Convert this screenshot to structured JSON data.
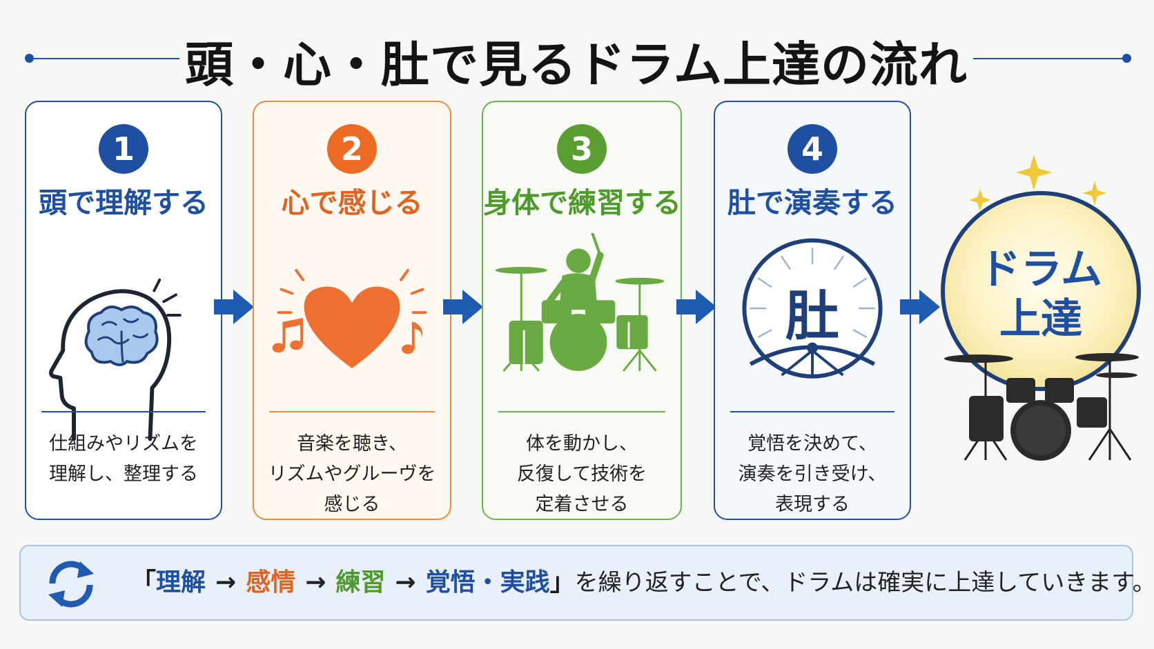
{
  "title": "頭・心・肚で見るドラム上達の流れ",
  "colors": {
    "blue": "#1f4fa0",
    "orange": "#ec6b24",
    "green": "#5a9e32"
  },
  "steps": [
    {
      "number": "1",
      "heading": "頭で理解する",
      "icon": "brain-head-icon",
      "desc": [
        "仕組みやリズムを",
        "理解し、整理する"
      ]
    },
    {
      "number": "2",
      "heading": "心で感じる",
      "icon": "heart-music-icon",
      "desc": [
        "音楽を聴き、",
        "リズムやグルーヴを",
        "感じる"
      ]
    },
    {
      "number": "3",
      "heading": "身体で練習する",
      "icon": "drummer-icon",
      "desc": [
        "体を動かし、",
        "反復して技術を",
        "定着させる"
      ]
    },
    {
      "number": "4",
      "heading": "肚で演奏する",
      "icon": "hara-emblem-icon",
      "emblem": "肚",
      "desc": [
        "覚悟を決めて、",
        "演奏を引き受け、",
        "表現する"
      ]
    }
  ],
  "goal": {
    "line1": "ドラム",
    "line2": "上達",
    "icon": "drum-kit-icon"
  },
  "banner": {
    "open": "「",
    "w1": "理解",
    "w2": "感情",
    "w3": "練習",
    "w4": "覚悟・実践",
    "arrow": "→",
    "close": "」",
    "rest": "を繰り返すことで、ドラムは確実に上達していきます。",
    "icon": "cycle-icon"
  }
}
